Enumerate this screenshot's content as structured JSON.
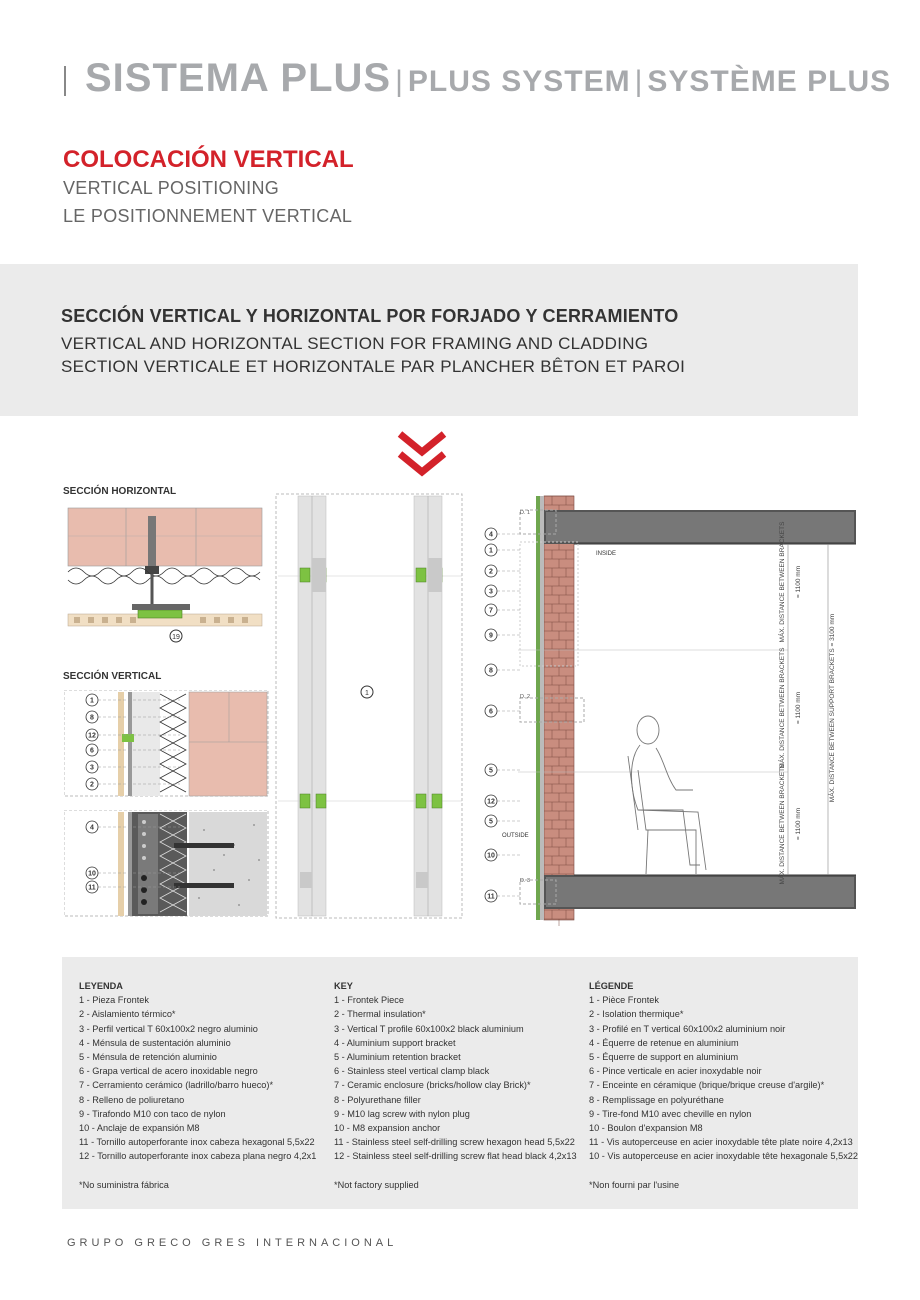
{
  "header": {
    "title_es": "SISTEMA PLUS",
    "title_en": "PLUS SYSTEM",
    "title_fr": "SYSTÈME PLUS"
  },
  "subtitle": {
    "es": "COLOCACIÓN VERTICAL",
    "en": "VERTICAL POSITIONING",
    "fr": "LE POSITIONNEMENT VERTICAL"
  },
  "section": {
    "es": "SECCIÓN VERTICAL Y HORIZONTAL POR FORJADO Y CERRAMIENTO",
    "en": "VERTICAL AND HORIZONTAL SECTION FOR FRAMING AND CLADDING",
    "fr": "SECTION VERTICALE ET HORIZONTALE PAR PLANCHER BÊTON ET PAROI"
  },
  "drawing": {
    "label_horizontal": "SECCIÓN HORIZONTAL",
    "label_vertical": "SECCIÓN VERTICAL",
    "inside": "INSIDE",
    "outside": "OUTSIDE",
    "d1": "D. 1",
    "d2": "D. 2",
    "d3": "D. 3",
    "dim_bracket_1": "MÁX. DISTANCE BETWEEN BRACKETS",
    "dim_value": "= 1100 mm",
    "dim_support": "MÁX. DISTANCE BETWEEN SUPPORT BRACKETS = 3100 mm",
    "callout_horizontal": "19",
    "callout_center": "1",
    "callouts_vertical_upper": [
      "1",
      "8",
      "12",
      "6",
      "3",
      "2"
    ],
    "callouts_vertical_lower": [
      "4",
      "10",
      "11"
    ],
    "callouts_right": [
      "4",
      "1",
      "2",
      "3",
      "7",
      "9",
      "8",
      "6",
      "5",
      "12",
      "5",
      "10",
      "11"
    ]
  },
  "legend": {
    "es": {
      "heading": "LEYENDA",
      "items": [
        "1 - Pieza Frontek",
        "2 - Aislamiento térmico*",
        "3 - Perfil vertical T 60x100x2 negro aluminio",
        "4 - Ménsula de sustentación aluminio",
        "5 - Ménsula de retención aluminio",
        "6 - Grapa vertical de acero inoxidable negro",
        "7 - Cerramiento cerámico (ladrillo/barro hueco)*",
        "8 - Relleno de poliuretano",
        "9 - Tirafondo M10 con taco de nylon",
        "10 - Anclaje de expansión M8",
        "11 - Tornillo autoperforante inox cabeza hexagonal 5,5x22",
        "12 - Tornillo autoperforante inox cabeza plana negro 4,2x1"
      ],
      "note": "*No suministra fábrica"
    },
    "en": {
      "heading": "KEY",
      "items": [
        "1 - Frontek Piece",
        "2 - Thermal insulation*",
        "3 - Vertical T profile 60x100x2 black aluminium",
        "4 - Aluminium support bracket",
        "5 - Aluminium retention bracket",
        "6 - Stainless steel vertical clamp black",
        "7 - Ceramic enclosure (bricks/hollow clay Brick)*",
        "8 - Polyurethane filler",
        "9 - M10 lag screw with nylon plug",
        "10 - M8 expansion anchor",
        "11 - Stainless steel self-drilling screw hexagon head 5,5x22",
        "12 - Stainless steel self-drilling screw flat head black 4,2x13"
      ],
      "note": "*Not factory supplied"
    },
    "fr": {
      "heading": "LÉGENDE",
      "items": [
        "1 - Pièce Frontek",
        "2 - Isolation thermique*",
        "3 - Profilé en T vertical 60x100x2 aluminium noir",
        "4 - Équerre de retenue en aluminium",
        "5 - Équerre de support en aluminium",
        "6 - Pince verticale en acier inoxydable noir",
        "7 - Enceinte en céramique (brique/brique creuse d'argile)*",
        "8 - Remplissage en polyuréthane",
        "9 - Tire-fond M10 avec cheville en nylon",
        "10 - Boulon d'expansion M8",
        "11 - Vis autoperceuse en acier inoxydable tête plate noire 4,2x13",
        "10 - Vis autoperceuse en acier inoxydable tête hexagonale 5,5x22"
      ],
      "note": "*Non fourni par l'usine"
    }
  },
  "footer": "GRUPO GRECO GRES INTERNACIONAL",
  "colors": {
    "accent_red": "#d3222a",
    "title_grey": "#a7a9ac",
    "band_grey": "#ebebeb",
    "tile_pink": "#e8bcae",
    "clip_green": "#7dc242",
    "brick": "#c98d7f"
  }
}
